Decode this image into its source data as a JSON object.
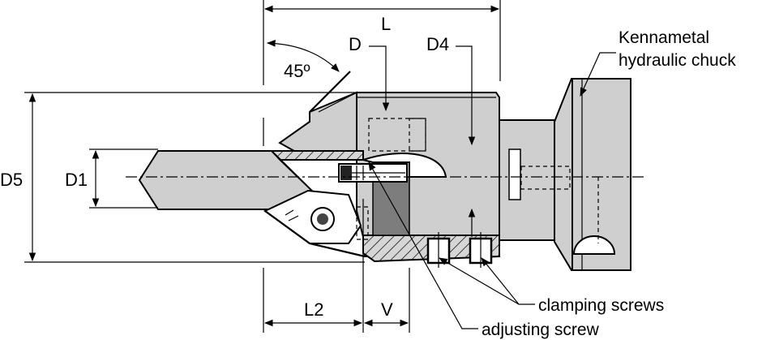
{
  "labels": {
    "L": "L",
    "D": "D",
    "D4": "D4",
    "angle": "45º",
    "D5": "D5",
    "D1": "D1",
    "L2": "L2",
    "V": "V",
    "chuck_line1": "Kennametal",
    "chuck_line2": "hydraulic chuck",
    "clamping": "clamping screws",
    "adjusting": "adjusting screw"
  }
}
